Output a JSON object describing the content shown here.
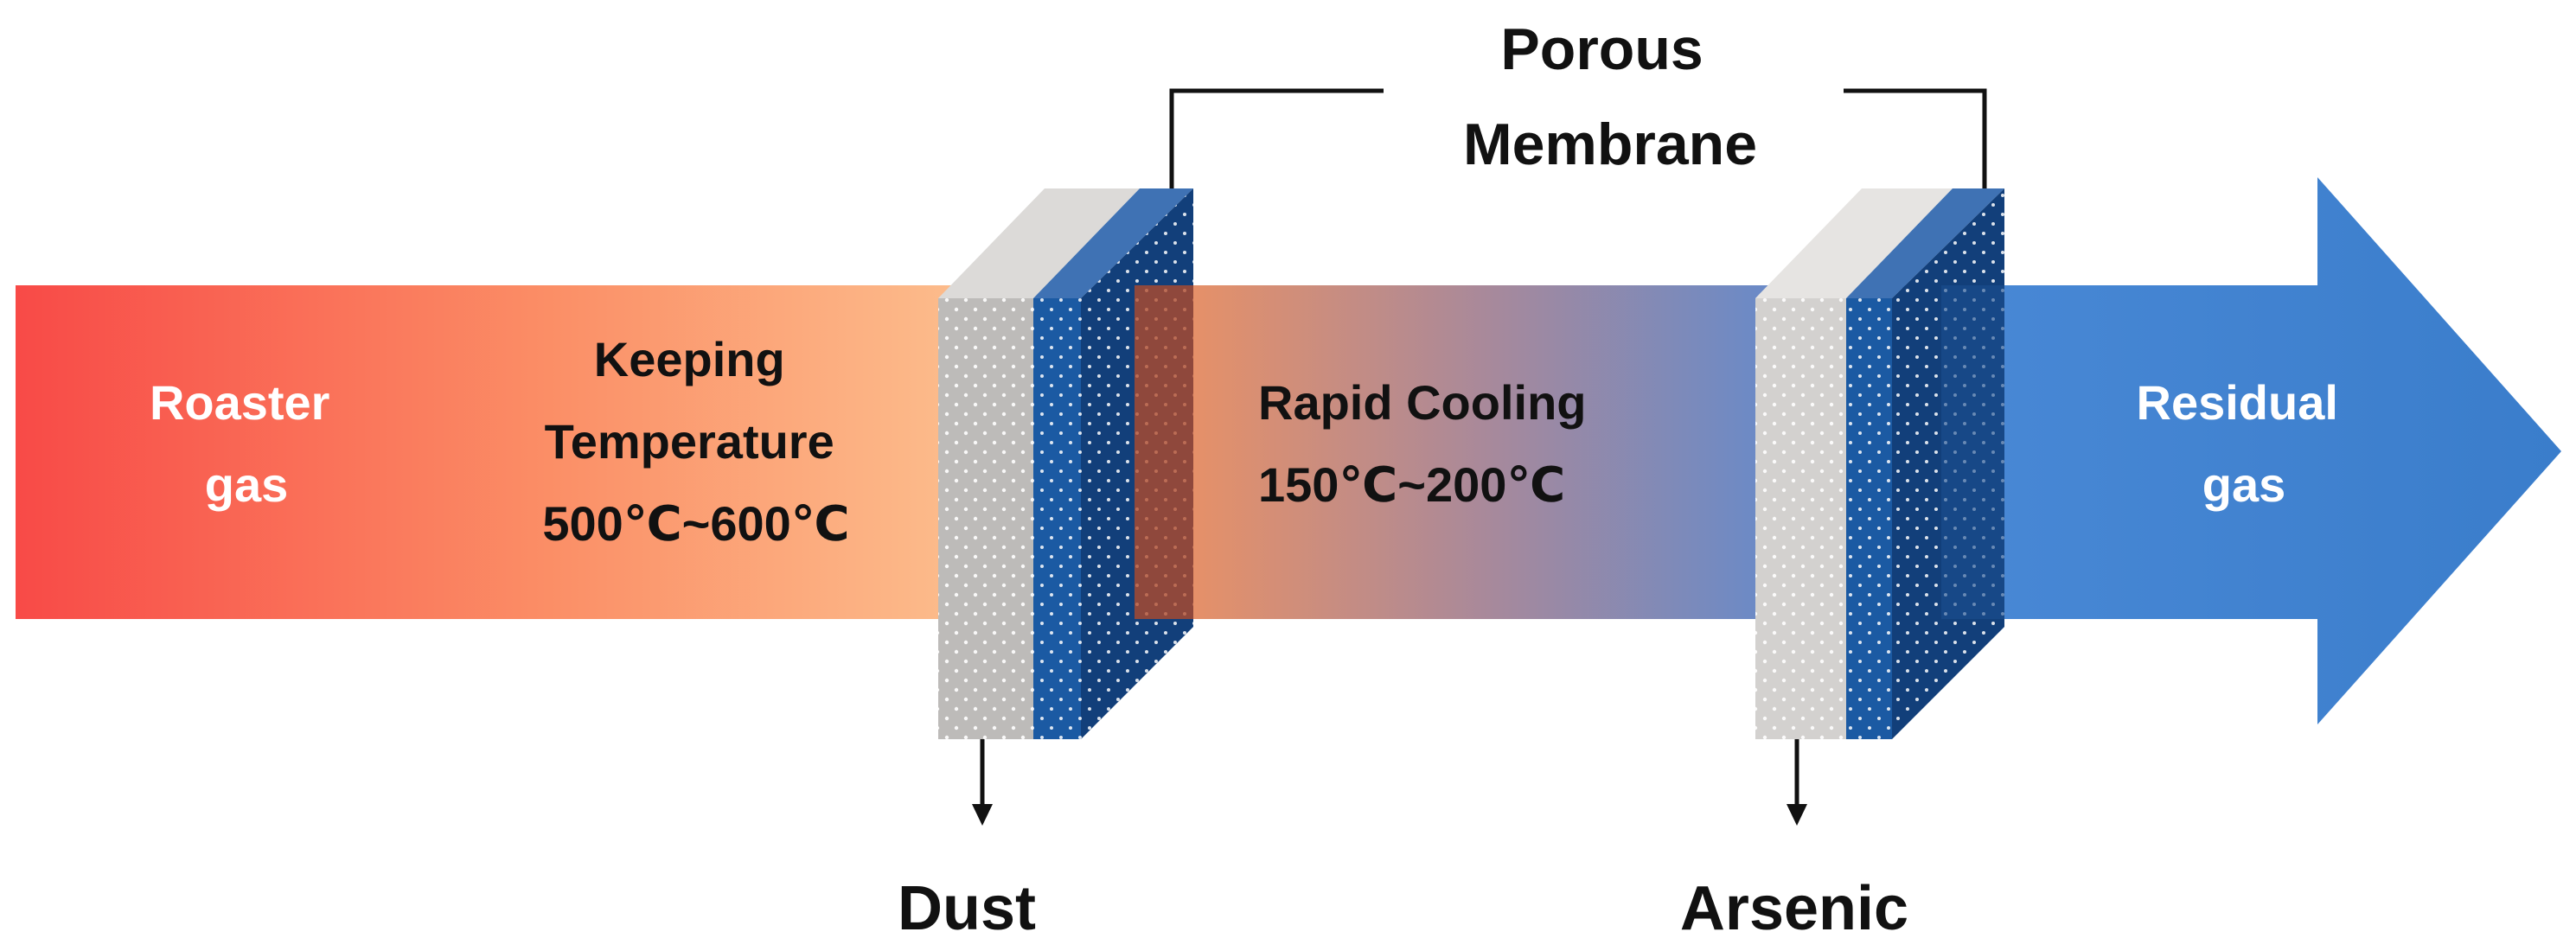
{
  "labels": {
    "roaster_gas": [
      "Roaster",
      "gas"
    ],
    "keeping_temperature": [
      "Keeping",
      "Temperature",
      "500℃~600℃"
    ],
    "rapid_cooling": [
      "Rapid Cooling",
      "150℃~200℃"
    ],
    "residual_gas": [
      "Residual",
      "gas"
    ],
    "porous_membrane": [
      "Porous",
      "Membrane"
    ],
    "dust": "Dust",
    "arsenic": "Arsenic"
  },
  "colors": {
    "hot": "#f84a47",
    "warm": "#fbb98b",
    "mid": "#f08f5e",
    "cool": "#4d89d4",
    "cold": "#3b7ecb",
    "membrane_gray": "#c6c4c2",
    "membrane_blue": "#1e5aa0",
    "text_dark": "#111111",
    "text_light": "#ffffff"
  }
}
